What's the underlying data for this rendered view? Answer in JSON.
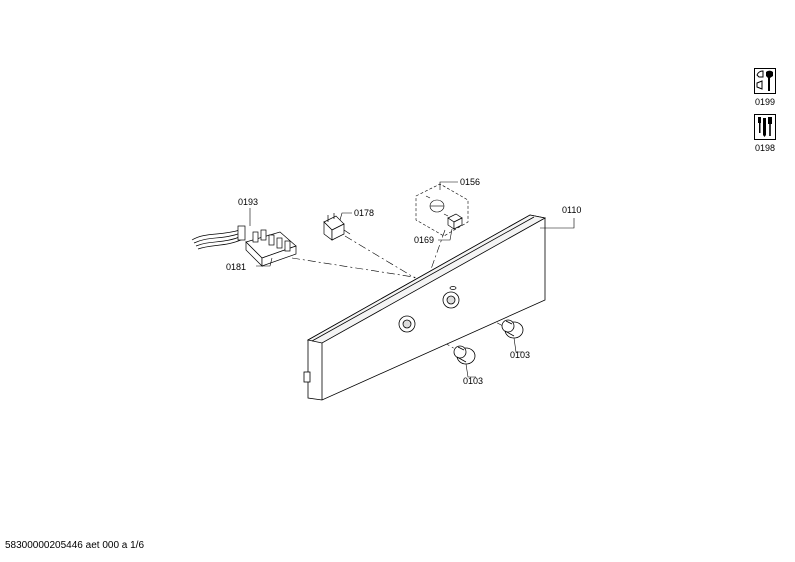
{
  "side_icons": [
    {
      "label": "0199",
      "icon": "wrench-icon"
    },
    {
      "label": "0198",
      "icon": "tools-icon"
    }
  ],
  "callouts": {
    "c0193": "0193",
    "c0181": "0181",
    "c0178": "0178",
    "c0156": "0156",
    "c0169": "0169",
    "c0110": "0110",
    "c0103a": "0103",
    "c0103b": "0103"
  },
  "footer": {
    "text": "58300000205446 aet 000 a 1/6"
  }
}
